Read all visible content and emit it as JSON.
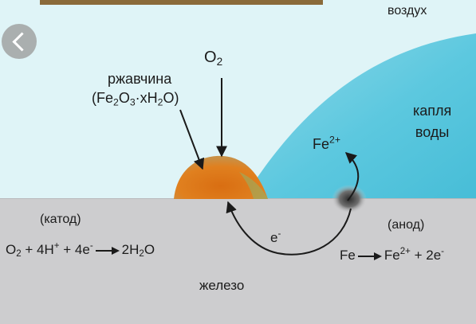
{
  "diagram": {
    "regions": {
      "air": "воздух",
      "water_drop": "капля\nводы",
      "iron": "железо"
    },
    "labels": {
      "rust_name": "ржавчина",
      "rust_formula": {
        "open": "(Fe",
        "s1": "2",
        "m1": "O",
        "s2": "3",
        "m2": "·xH",
        "s3": "2",
        "m3": "O)"
      },
      "oxygen": {
        "base": "O",
        "sub": "2"
      },
      "fe_ion": {
        "base": "Fe",
        "sup": "2+"
      },
      "electron": {
        "base": "e",
        "sup": "-"
      },
      "cathode": "(катод)",
      "anode": "(анод)"
    },
    "cathode_reaction": {
      "o2": "O",
      "o2_sub": "2",
      "h": " + 4H",
      "h_sup": "+",
      "e": " + 4e",
      "e_sup": "-",
      "product": "2H",
      "product_sub": "2",
      "product_tail": "O"
    },
    "anode_reaction": {
      "reactant": "Fe",
      "product": "Fe",
      "product_sup": "2+",
      "e": " + 2e",
      "e_sup": "-"
    }
  },
  "colors": {
    "air": "#dff4f7",
    "water": "#5cc9df",
    "iron": "#cdcdcf",
    "rust": "#de7a1c",
    "arrow": "#1a1a1a"
  },
  "icons": {
    "back": "chevron-left-icon"
  }
}
